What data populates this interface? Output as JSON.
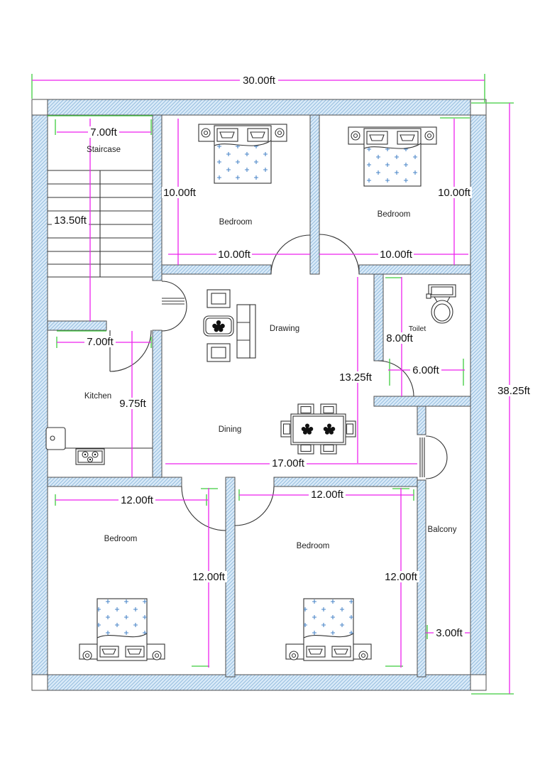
{
  "plot": {
    "overall_width": "30.00ft",
    "overall_height": "38.25ft"
  },
  "rooms": {
    "staircase": {
      "label": "Staircase",
      "width": "7.00ft",
      "height": "13.50ft"
    },
    "bedroom_top_left": {
      "label": "Bedroom",
      "width": "10.00ft",
      "height": "10.00ft"
    },
    "bedroom_top_right": {
      "label": "Bedroom",
      "width": "10.00ft",
      "height": "10.00ft"
    },
    "drawing_room": {
      "label": "Drawing"
    },
    "dining": {
      "label": "Dining",
      "width": "17.00ft",
      "height": "13.25ft"
    },
    "toilet": {
      "label": "Toilet",
      "width": "6.00ft",
      "height": "8.00ft"
    },
    "kitchen": {
      "label": "Kitchen",
      "width": "7.00ft",
      "height": "9.75ft"
    },
    "bedroom_bottom_left": {
      "label": "Bedroom",
      "width": "12.00ft",
      "height": "12.00ft"
    },
    "bedroom_bottom_right": {
      "label": "Bedroom",
      "width": "12.00ft",
      "height": "12.00ft"
    },
    "balcony": {
      "label": "Balcony",
      "width": "3.00ft"
    }
  },
  "colors": {
    "wall_fill": "#d9eaf8",
    "wall_hatch": "#8fb9dc",
    "wall_outline": "#4f4f4f",
    "dimension_line": "#ee22ee",
    "extension_line": "#3ecc3e",
    "furniture_line": "#333333",
    "blanket_dot": "#4a86c8",
    "text": "#111111"
  }
}
